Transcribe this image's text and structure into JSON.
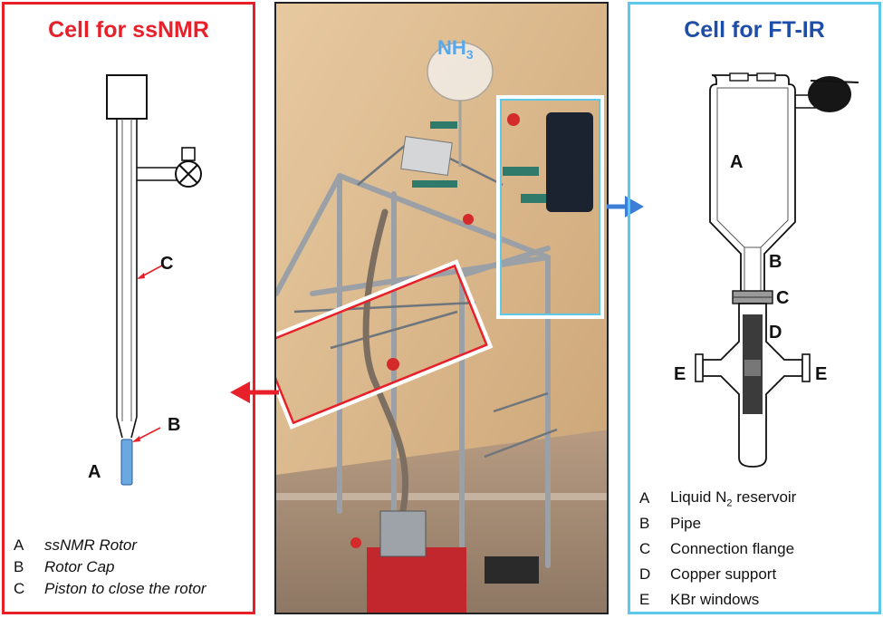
{
  "nmr": {
    "title": "Cell for ssNMR",
    "labels": {
      "a": "A",
      "b": "B",
      "c": "C"
    },
    "legend": [
      {
        "key": "A",
        "text": "ssNMR Rotor"
      },
      {
        "key": "B",
        "text": "Rotor Cap"
      },
      {
        "key": "C",
        "text": "Piston to close the rotor"
      }
    ],
    "border_color": "#e8202a"
  },
  "photo": {
    "gas_label_main": "NH",
    "gas_label_sub": "3"
  },
  "ir": {
    "title": "Cell for FT-IR",
    "labels": {
      "a": "A",
      "b": "B",
      "c": "C",
      "d": "D",
      "e_left": "E",
      "e_right": "E"
    },
    "legend": [
      {
        "key": "A",
        "text_main": "Liquid N",
        "text_sub": "2",
        "text_rest": " reservoir"
      },
      {
        "key": "B",
        "text_main": "Pipe",
        "text_sub": "",
        "text_rest": ""
      },
      {
        "key": "C",
        "text_main": "Connection flange",
        "text_sub": "",
        "text_rest": ""
      },
      {
        "key": "D",
        "text_main": "Copper support",
        "text_sub": "",
        "text_rest": ""
      },
      {
        "key": "E",
        "text_main": "KBr windows",
        "text_sub": "",
        "text_rest": ""
      }
    ],
    "border_color": "#5ec8ea"
  },
  "arrows": {
    "nmr_color": "#e8202a",
    "ir_color": "#3d7fd6"
  }
}
